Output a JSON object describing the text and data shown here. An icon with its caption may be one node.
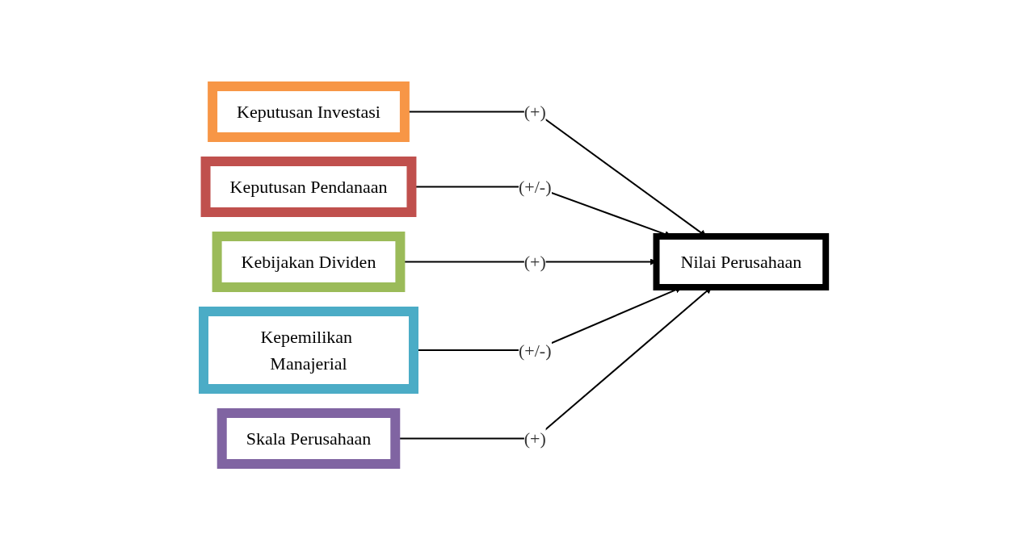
{
  "diagram": {
    "nodes": [
      {
        "text": [
          "Keputusan Investasi"
        ]
      },
      {
        "text": [
          "Keputusan Pendanaan"
        ]
      },
      {
        "text": [
          "Kebijakan Dividen"
        ]
      },
      {
        "text": [
          "Kepemilikan Manajerial"
        ]
      },
      {
        "text": [
          "Skala Perusahaan"
        ]
      },
      {
        "text": [
          "Nilai Perusahaan"
        ]
      }
    ],
    "edges": [
      {
        "from": 0,
        "to": 5,
        "arrow": "to",
        "label": "(+)"
      },
      {
        "from": 1,
        "to": 5,
        "arrow": "to",
        "label": "(+/-)"
      },
      {
        "from": 2,
        "to": 5,
        "arrow": "to",
        "label": "(+)"
      },
      {
        "from": 3,
        "to": 5,
        "arrow": "to",
        "label": "(+/-)"
      },
      {
        "from": 4,
        "to": 5,
        "arrow": "to",
        "label": "(+)"
      }
    ]
  }
}
